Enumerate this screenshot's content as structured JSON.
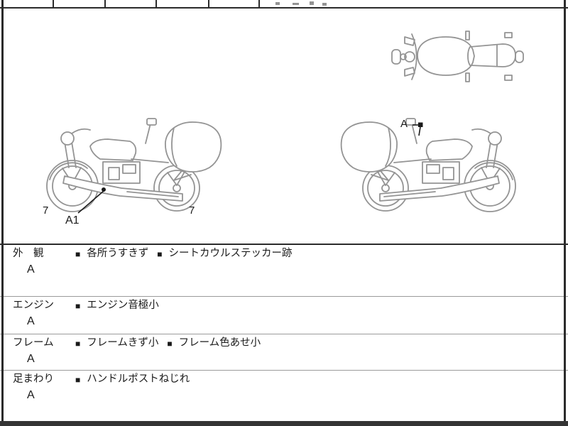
{
  "colors": {
    "ink": "#1a1a1a",
    "border": "#2b2b2b",
    "divider": "#9b9b9b",
    "line_art": "#949494"
  },
  "bullet": "■",
  "diagram": {
    "left_bike": {
      "label_front_wheel": "7",
      "label_rear_wheel": "7",
      "marker": "A1"
    },
    "right_bike": {
      "marker": "A"
    }
  },
  "rows": [
    {
      "category": "外　観",
      "grade": "A",
      "remark1": "各所うすきず",
      "remark2": "シートカウルステッカー跡"
    },
    {
      "category": "エンジン",
      "grade": "A",
      "remark1": "エンジン音極小",
      "remark2": ""
    },
    {
      "category": "フレーム",
      "grade": "A",
      "remark1": "フレームきず小",
      "remark2": "フレーム色あせ小"
    },
    {
      "category": "足まわり",
      "grade": "A",
      "remark1": "ハンドルポストねじれ",
      "remark2": ""
    }
  ]
}
